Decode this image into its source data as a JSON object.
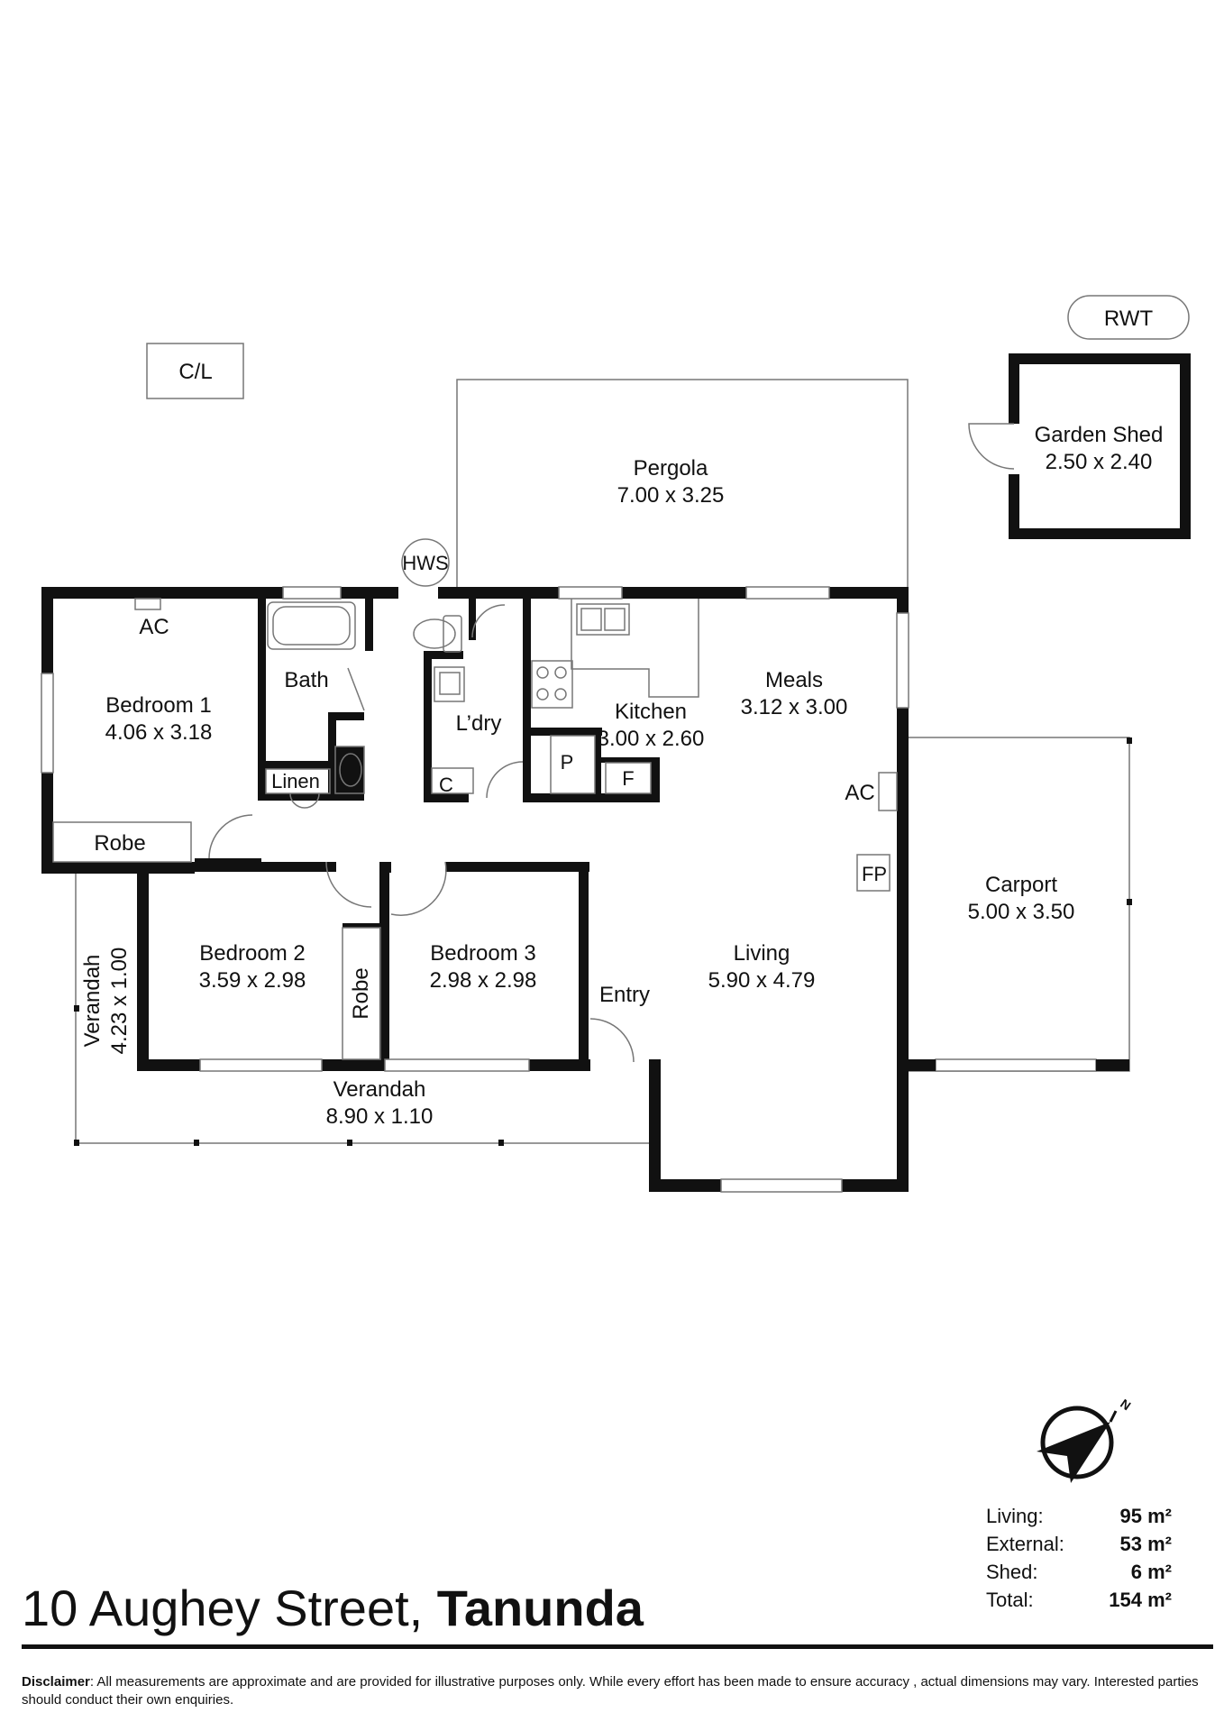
{
  "property": {
    "street": "10 Aughey Street,",
    "suburb": "Tanunda"
  },
  "rooms": {
    "bedroom1": {
      "name": "Bedroom 1",
      "dims": "4.06 x 3.18"
    },
    "bedroom2": {
      "name": "Bedroom 2",
      "dims": "3.59 x 2.98"
    },
    "bedroom3": {
      "name": "Bedroom 3",
      "dims": "2.98 x 2.98"
    },
    "kitchen": {
      "name": "Kitchen",
      "dims": "3.00 x 2.60"
    },
    "meals": {
      "name": "Meals",
      "dims": "3.12 x 3.00"
    },
    "living": {
      "name": "Living",
      "dims": "5.90 x 4.79"
    },
    "pergola": {
      "name": "Pergola",
      "dims": "7.00 x 3.25"
    },
    "carport": {
      "name": "Carport",
      "dims": "5.00 x 3.50"
    },
    "garden_shed": {
      "name": "Garden Shed",
      "dims": "2.50 x 2.40"
    },
    "verandah_front": {
      "name": "Verandah",
      "dims": "8.90 x 1.10"
    },
    "verandah_side": {
      "name": "Verandah",
      "dims": "4.23 x 1.00"
    }
  },
  "labels": {
    "bath": "Bath",
    "linen": "Linen",
    "laundry": "L’dry",
    "robe1": "Robe",
    "robe2": "Robe",
    "entry": "Entry",
    "ac1": "AC",
    "ac2": "AC",
    "fp": "FP",
    "hws": "HWS",
    "rwt": "RWT",
    "cl": "C/L",
    "pantry": "P",
    "fridge": "F",
    "cupboard": "C"
  },
  "areas": {
    "living_label": "Living:",
    "living_value": "95 m²",
    "external_label": "External:",
    "external_value": "53 m²",
    "shed_label": "Shed:",
    "shed_value": "6 m²",
    "total_label": "Total:",
    "total_value": "154 m²"
  },
  "disclaimer": {
    "heading": "Disclaimer",
    "text": ": All measurements are approximate and are provided for illustrative purposes only. While every effort has been made to ensure accuracy , actual dimensions may vary. Interested parties should conduct their own enquiries."
  },
  "icons": {
    "compass": "north-compass-icon"
  }
}
